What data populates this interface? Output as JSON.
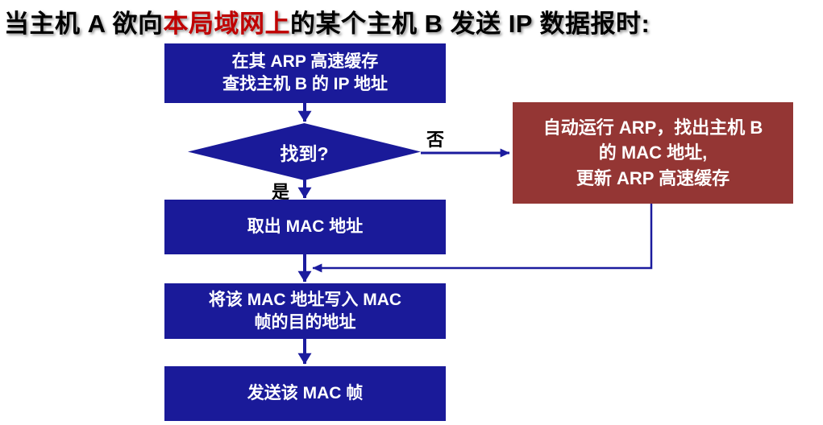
{
  "title": {
    "prefix": "当主机 A 欲向",
    "highlight": "本局域网上",
    "suffix": "的某个主机 B 发送 IP 数据报时:"
  },
  "flowchart": {
    "start_box": {
      "lines": [
        "在其 ARP 高速缓存",
        "查找主机 B 的 IP 地址"
      ]
    },
    "decision": {
      "label": "找到?",
      "no_label": "否",
      "yes_label": "是"
    },
    "arp_box": {
      "lines": [
        "自动运行 ARP，找出主机 B",
        "的 MAC 地址,",
        "更新 ARP 高速缓存"
      ]
    },
    "extract_box": {
      "label": "取出 MAC 地址"
    },
    "write_box": {
      "lines": [
        "将该 MAC 地址写入 MAC",
        "帧的目的地址"
      ]
    },
    "send_box": {
      "label": "发送该 MAC 帧"
    }
  },
  "colors": {
    "box_blue": "#1a1a99",
    "box_red": "#943634",
    "title_red": "#c00000",
    "arrow_blue": "#1b1b9e",
    "text_white": "#ffffff",
    "title_black": "#000000"
  }
}
